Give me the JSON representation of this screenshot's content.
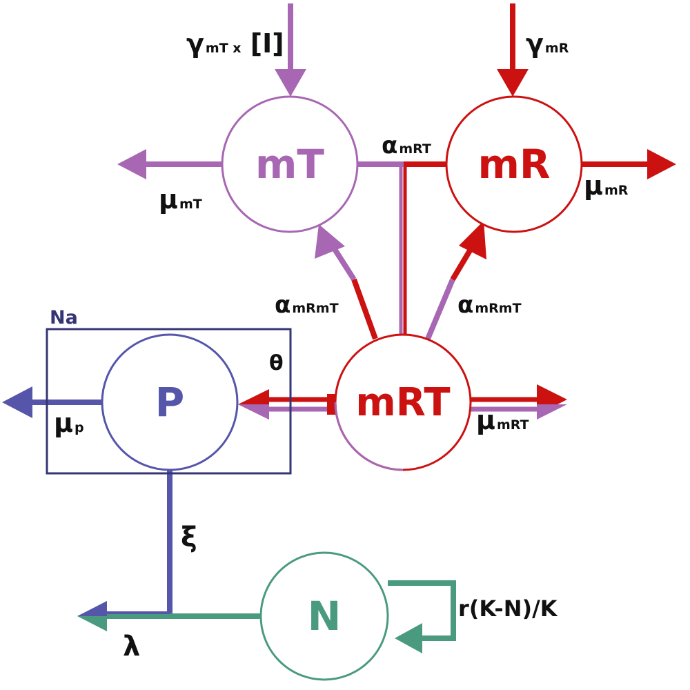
{
  "colors": {
    "purple": "#a767b3",
    "red": "#cc1111",
    "blue": "#5555aa",
    "green": "#4a9a80",
    "navy": "#353575",
    "text": "#111111"
  },
  "nodes": {
    "mT": "mT",
    "mR": "mR",
    "mRT": "mRT",
    "P": "P",
    "N": "N"
  },
  "box_label": "Na",
  "labels": {
    "gamma_mT": {
      "main": "γ",
      "sub": "mT x",
      "tail": " [I]"
    },
    "gamma_mR": {
      "main": "γ",
      "sub": "mR"
    },
    "mu_mT": {
      "main": "μ",
      "sub": "mT"
    },
    "mu_mR": {
      "main": "μ",
      "sub": "mR"
    },
    "alpha_mRT": {
      "main": "α",
      "sub": "mRT"
    },
    "alpha_mRmT_left": {
      "main": "α",
      "sub": "mRmT"
    },
    "alpha_mRmT_right": {
      "main": "α",
      "sub": "mRmT"
    },
    "theta": "θ",
    "mu_mRT": {
      "main": "μ",
      "sub": "mRT"
    },
    "mu_p": {
      "main": "μ",
      "sub": "p"
    },
    "xi": "ξ",
    "lambda": "λ",
    "growth": "r(K-N)/K"
  }
}
